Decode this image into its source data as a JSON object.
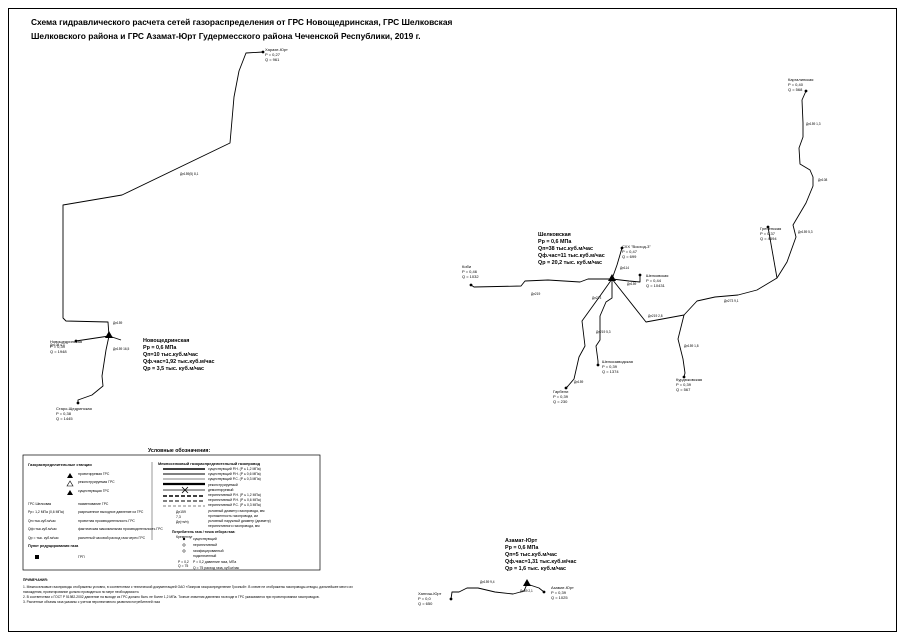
{
  "title": {
    "line1": "Схема гидравлического расчета сетей газораспределения от ГРС Новощедринская, ГРС Шелковская",
    "line2": "Шелковского района и ГРС Азамат-Юрт Гудермесского района Чеченской Республики, 2019 г."
  },
  "nodes": {
    "karagalinskaya": {
      "name": "Каргалинская",
      "p": "P = 0,40",
      "q": "Q = 568"
    },
    "grebenskaya": {
      "name": "Гребенская",
      "p": "P = 0,37",
      "q": "Q = 4694"
    },
    "sovhoz": {
      "name": "СХХ \"Восход-3\"",
      "p": "P = 0,47",
      "q": "Q = 699"
    },
    "kargo_yurt": {
      "name": "Харахе-Юрт",
      "p": "P = 0,27",
      "q": "Q = 961"
    },
    "novoshedrin": {
      "name": "Новощедринская",
      "p": "P = 0,39",
      "q": "Q = 1948"
    },
    "staro_shedrin": {
      "name": "Старо-Щедринская",
      "p": "P = 0,38",
      "q": "Q = 1445"
    },
    "kobi": {
      "name": "Коби",
      "p": "P = 0,46",
      "q": "Q = 1032"
    },
    "shelkovskaya_n": {
      "name": "Шелковская",
      "p": "P = 0,44",
      "q": "Q = 10431"
    },
    "sholkozavodsk": {
      "name": "Шелкозаводская",
      "p": "P = 0,39",
      "q": "Q = 1374"
    },
    "kurdyukovskaya": {
      "name": "Курдюковская",
      "p": "P = 0,39",
      "q": "Q = 567"
    },
    "kargalin_low": {
      "name": "Гарбели",
      "p": "P = 0,39",
      "q": "Q = 230"
    },
    "hashki_yurt": {
      "name": "Хангиш-Юрт",
      "p": "P = 0,0",
      "q": "Q = 650"
    },
    "azamat_yurt_n": {
      "name": "Азамат-Юрт",
      "p": "P = 0,39",
      "q": "Q = 1025"
    }
  },
  "grs": {
    "shelkovskaya": {
      "name": "Шелковская",
      "l1": "Рр = 0,6 МПа",
      "l2": "Qп=38 тыс.куб.м/час",
      "l3": "Qф.час=11 тыс.куб.м/час",
      "l4": "Qр = 20,2 тыс. куб.м/час"
    },
    "novoshedrinskaya": {
      "name": "Новощедринская",
      "l1": "Рр = 0,6 МПа",
      "l2": "Qп=10 тыс.куб.м/час",
      "l3": "Qф.час=1,92 тыс.куб.м/час",
      "l4": "Qр = 3,5 тыс. куб.м/час"
    },
    "azamat_yurt": {
      "name": "Азамат-Юрт",
      "l1": "Рр = 0,6 МПа",
      "l2": "Qп=5 тыс.куб.м/час",
      "l3": "Qф.час=1,31 тыс.куб.м/час",
      "l4": "Qр = 1,6 тыс. куб.м/час"
    }
  },
  "pipes": {
    "p1": "Дн159",
    "p2": "Дн159 16,5",
    "p3": "Дн219",
    "p4": "Дн273",
    "p5": "Дн219 5,3",
    "p6": "Дн159",
    "p7": "Дн114",
    "p8": "Дн159",
    "p9": "Дн219 2,8",
    "p10": "Дн159 1,8",
    "p11": "Дн273 9,1",
    "p12": "Дн159 5,3",
    "p13": "Дн108",
    "p14": "Дн159 1,3",
    "p15": "Дн159(5) 8,1",
    "p16": "Дн108 4,3",
    "p17": "Дн159 9,4",
    "p18": "Дн89 2,1"
  },
  "legend": {
    "title": "Условные обозначения:",
    "col1_header": "Газораспределительные станции",
    "col1": [
      "проектируемая ГРС",
      "реконструируемая ГРС",
      "существующая ГРС"
    ],
    "col1b_left": [
      "ГРС Шелковая",
      "Рр= 1,2 МПа (0,6 МПа)",
      "Qп=тыс.куб.м/час",
      "Qф=тыс.куб.м/час",
      "Qр = тыс. куб.м/час"
    ],
    "col1b_right": [
      "наименование ГРС",
      "разрешенное выходное давление из ГРС",
      "проектная производительность ГРС",
      "фактическая максимальная производительность ГРС",
      "расчетный часовой расход газа через ГРС"
    ],
    "col2_header": "Межпоселковый газораспределительный газопровод",
    "col2": [
      "существующий Р.Н. (Р ≤ 1,2 МПа)",
      "существующий Р.Н. (Р ≤ 0,6 МПа)",
      "существующий Р.С. (Р ≤ 0,3 МПа)",
      "реконструируемый",
      "демонтируемый",
      "перспективный Р.Н. (Р ≤ 1,2 МПа)",
      "перспективный Р.Н. (Р ≤ 0,6 МПа)",
      "перспективный Р.С. (Р ≤ 0,3 МПа)",
      "условный диаметр газопровода, мм",
      "протяженность газопровода, км",
      "условный наружный диаметр (диаметр)",
      "перспективного газопровода, мм"
    ],
    "col2_sample1": "Дн159",
    "col2_sample2": "7,3",
    "col2_sample3": "Дн(тп/н)",
    "col2_sub": "Потребитель газа / точка отбора газа:",
    "col2_sub_items": [
      "существующий",
      "перспективный",
      "газифицированный",
      "подключенный",
      "P = 0,2 давление газа, МПа",
      "Q = 75 расход газа, куб.м/час"
    ],
    "col2_sub_names": [
      "Кременчуг"
    ],
    "node_p": "P = 0,2",
    "node_q": "Q = 75",
    "boundary_header": "Пункт редуцирования газа",
    "boundary_item": "ГРП",
    "notes_header": "ПРИМЕЧАНИЯ:",
    "notes": [
      "1. Межпоселковые газопроводы отображены условно, в соответствии с технической документацией ОАО «Газпром газораспределение Грозный». В схеме не отображены газопроводы-отводы, дальнейшее место их нахождения, проектирование должно проводиться по мере необходимости.",
      "2. В соответствии с ГОСТ Р 51982-2002 давление на выходе из ГРС должно быть не более 1,2 МПа. Точные значения давления на входе в ГРС указываются при проектировании газопроводов.",
      "3. Расчетные объемы газа указаны с учетом перспективного развития потребителей газа"
    ]
  }
}
